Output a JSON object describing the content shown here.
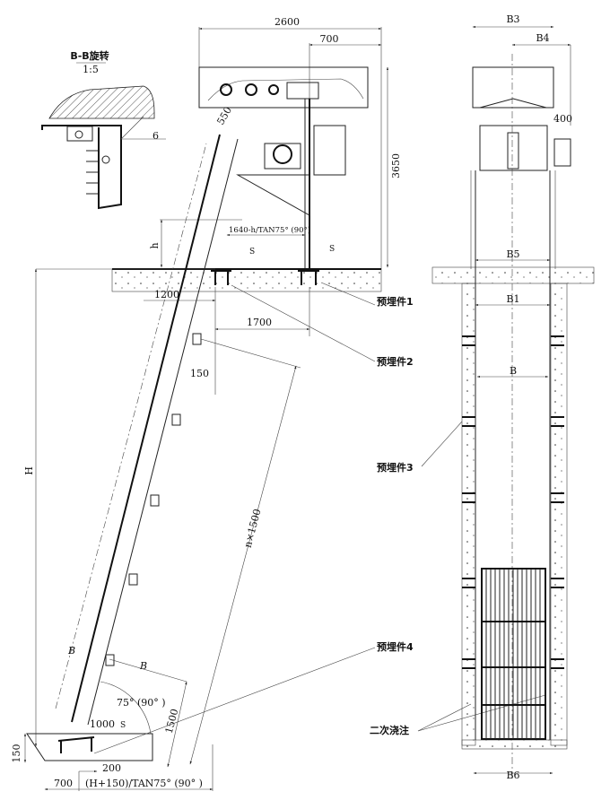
{
  "detail": {
    "title": "B-B旋转",
    "scale": "1:5",
    "angle": "6"
  },
  "side_view": {
    "dim_top_width": "2600",
    "dim_top_offset": "700",
    "dim_height_total": "3650",
    "dim_550": "550",
    "dim_h": "h",
    "dim_h_formula": "1640-h/TAN75° (90°)",
    "dim_1200": "1200",
    "dim_1700": "1700",
    "dim_150_frame": "150",
    "dim_n_1500": "n×1500",
    "dim_H": "H",
    "section_mark_b1": "B",
    "section_mark_b2": "B",
    "angle": "75° (90° )",
    "dim_1000": "1000",
    "dim_1500": "1500",
    "dim_150_base": "150",
    "dim_200": "200",
    "dim_700_base": "700",
    "dim_base_formula": "(H+150)/TAN75° (90° )",
    "weld_symbol": "S"
  },
  "callouts": {
    "embed1": "预埋件1",
    "embed2": "预埋件2",
    "embed3": "预埋件3",
    "embed4": "预埋件4",
    "secondary_pour": "二次浇注"
  },
  "front_view": {
    "B3": "B3",
    "B4": "B4",
    "dim_400": "400",
    "B5": "B5",
    "B1": "B1",
    "B": "B",
    "B6": "B6"
  }
}
